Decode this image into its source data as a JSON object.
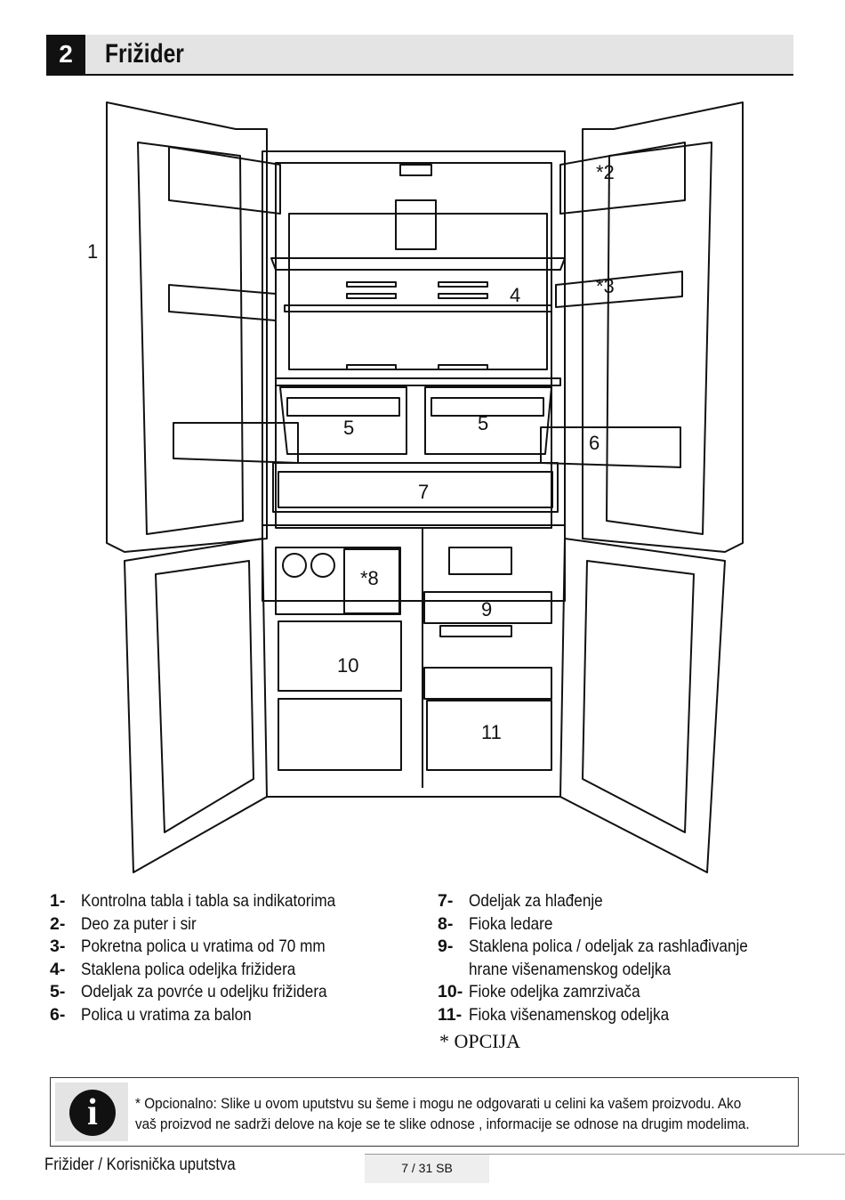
{
  "header": {
    "number": "2",
    "title": "Frižider"
  },
  "diagram_labels": {
    "l1": "1",
    "l2": "*2",
    "l3": "*3",
    "l4": "4",
    "l5a": "5",
    "l5b": "5",
    "l6": "6",
    "l7": "7",
    "l8": "*8",
    "l9": "9",
    "l10": "10",
    "l11": "11"
  },
  "legend_left": [
    {
      "num": "1-",
      "text": "Kontrolna tabla i tabla sa indikatorima"
    },
    {
      "num": "2-",
      "text": "Deo za puter i sir"
    },
    {
      "num": "3-",
      "text": "Pokretna polica u vratima od 70 mm"
    },
    {
      "num": "4-",
      "text": "Staklena polica odeljka frižidera"
    },
    {
      "num": "5-",
      "text": "Odeljak za povrće u odeljku frižidera"
    },
    {
      "num": "6-",
      "text": "Polica u vratima za balon"
    }
  ],
  "legend_right": [
    {
      "num": "7-",
      "text": "Odeljak za hlađenje"
    },
    {
      "num": "8-",
      "text": "Fioka ledare"
    },
    {
      "num": "9-",
      "text": "Staklena polica / odeljak za rashlađivanje"
    },
    {
      "num": "",
      "text": "hrane višenamenskog odeljka"
    },
    {
      "num": "10-",
      "text": "Fioke odeljka zamrzivača"
    },
    {
      "num": "11-",
      "text": "Fioka višenamenskog odeljka"
    }
  ],
  "option_note": "* OPCIJA",
  "info": {
    "icon": "info-icon",
    "line1": "* Opcionalno: Slike u ovom uputstvu su šeme i mogu ne odgovarati u celini ka vašem proizvodu. Ako",
    "line2": "vaš proizvod ne sadrži delove na koje se te slike odnose , informacije se odnose na drugim modelima."
  },
  "footer": {
    "left": "Frižider / Korisnička uputstva",
    "page": "7 / 31 SB"
  }
}
